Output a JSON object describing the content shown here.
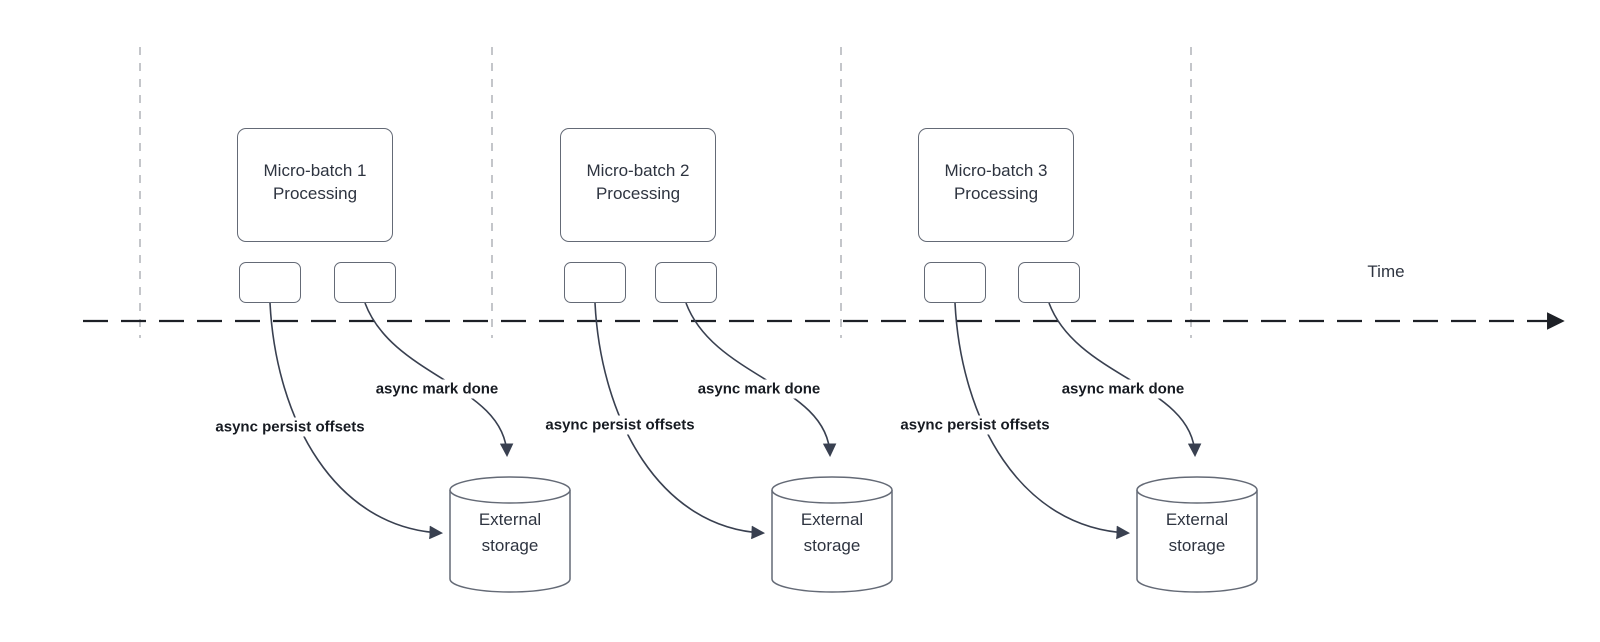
{
  "timeline": {
    "label": "Time"
  },
  "batches": [
    {
      "title_line1": "Micro-batch 1",
      "title_line2": "Processing",
      "persist_edge_label": "async persist offsets",
      "mark_done_edge_label": "async mark done",
      "storage_line1": "External",
      "storage_line2": "storage"
    },
    {
      "title_line1": "Micro-batch 2",
      "title_line2": "Processing",
      "persist_edge_label": "async persist offsets",
      "mark_done_edge_label": "async mark done",
      "storage_line1": "External",
      "storage_line2": "storage"
    },
    {
      "title_line1": "Micro-batch 3",
      "title_line2": "Processing",
      "persist_edge_label": "async persist offsets",
      "mark_done_edge_label": "async mark done",
      "storage_line1": "External",
      "storage_line2": "storage"
    }
  ],
  "colors": {
    "edge": "#394050",
    "timeline_axis": "#1d2026",
    "guide_line": "#aaadb3",
    "shape_stroke": "#646a76",
    "shape_fill": "#ffffff",
    "text": "#2e3440",
    "edge_label_text": "#171b22"
  }
}
